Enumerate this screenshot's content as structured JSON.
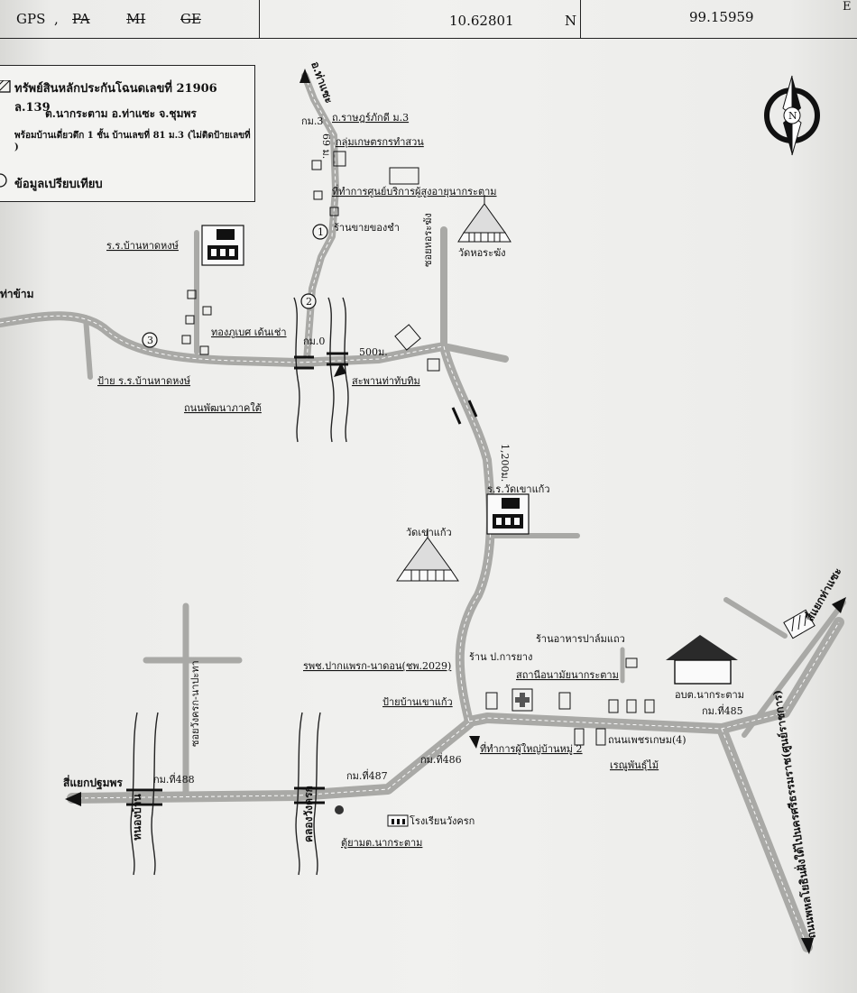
{
  "header": {
    "gps_label": "GPS",
    "sep": ",",
    "pa": "PA",
    "mi": "MI",
    "ge": "GE",
    "lat": "10.62801",
    "n": "N",
    "lon": "99.15959",
    "e": "E"
  },
  "legend": {
    "title": "ทรัพย์สินหลักประกันโฉนดเลขที่ 21906 ล.139",
    "location": "ต.นากระตาม อ.ท่าแซะ จ.ชุมพร",
    "building": "พร้อมบ้านเดี่ยวตึก 1 ชั้น บ้านเลขที่ 81 ม.3 (ไม่ติดป้ายเลขที่ )",
    "compare": "ข้อมูลเปรียบเทียบ"
  },
  "compass": {
    "n": "N"
  },
  "markers": [
    "1",
    "2",
    "3"
  ],
  "labels": {
    "tha_sae": "อ.ท่าแซะ",
    "km3": "กม.3",
    "ratsadon": "ถ.ราษฎร์ภักดี ม.3",
    "m69": "69 ม.",
    "farmers": "กลุ่มเกษตรกรทำสวน",
    "elderly": "ที่ทำการศูนย์บริการผู้สูงอายุนากระตาม",
    "coffin": "ร้านขายของชำ",
    "soi_hoklong": "ซอยหอระฆัง",
    "wat_hora": "วัดหอระฆัง",
    "school_hatnong": "ร.ร.บ้านหาดหงษ์",
    "tha_cham": "ท่าข้าม",
    "thong": "ทองภูเบศ เด้นเช่า",
    "km0": "กม.0",
    "m500": "500ม.",
    "sign_school": "ป้าย ร.ร.บ้านหาดหงษ์",
    "road_phat": "ถนนพัฒนาภาคใต้",
    "bridge_tha": "สะพานท่าทับทิม",
    "m1200": "1,200ม.",
    "school_khaokaew": "ร.ร.วัดเขาแก้ว",
    "wat_khaokaew": "วัดเขาแก้ว",
    "shop_noodle": "ร้านอาหารปาล์มแถว",
    "shop_rubber": "ร้าน ป.การยาง",
    "hospital": "รพช.ปากแพรก-นาดอน(ชพ.2029)",
    "health": "สถานีอนามัยนากระตาม",
    "sign_khaokaew": "ป้ายบ้านเขาแก้ว",
    "obt": "อบต.นากระตาม",
    "km485": "กม.ที่485",
    "junction_thasae": "สี่แยกท่าแซะ",
    "headman": "ที่ทำการผู้ใหญ่บ้านหมู่ 2",
    "phetkasem": "ถนนเพชรเกษม(4)",
    "renu": "เรณูพันธุ์ไม้",
    "km486": "กม.ที่486",
    "soi_wangkrok": "ซอยวังครก-นาปะทา",
    "km488": "กม.ที่488",
    "junction_pathom": "สี่แยกปฐมพร",
    "canal_ban": "หนองบ้าน",
    "km487": "กม.ที่487",
    "canal_wang": "คลองวังครก",
    "school_wangkrok": "โรงเรียนวังครก",
    "atm": "ตู้ยามต.นากระตาม",
    "right_road": "ถนนพหลโยธินฝั่งใต้ไปนครศรีธรรมราช(ศูนย์ราชการ)"
  },
  "colors": {
    "road": "#a9a9a6",
    "ink": "#111111",
    "bg": "#eeeeec"
  }
}
